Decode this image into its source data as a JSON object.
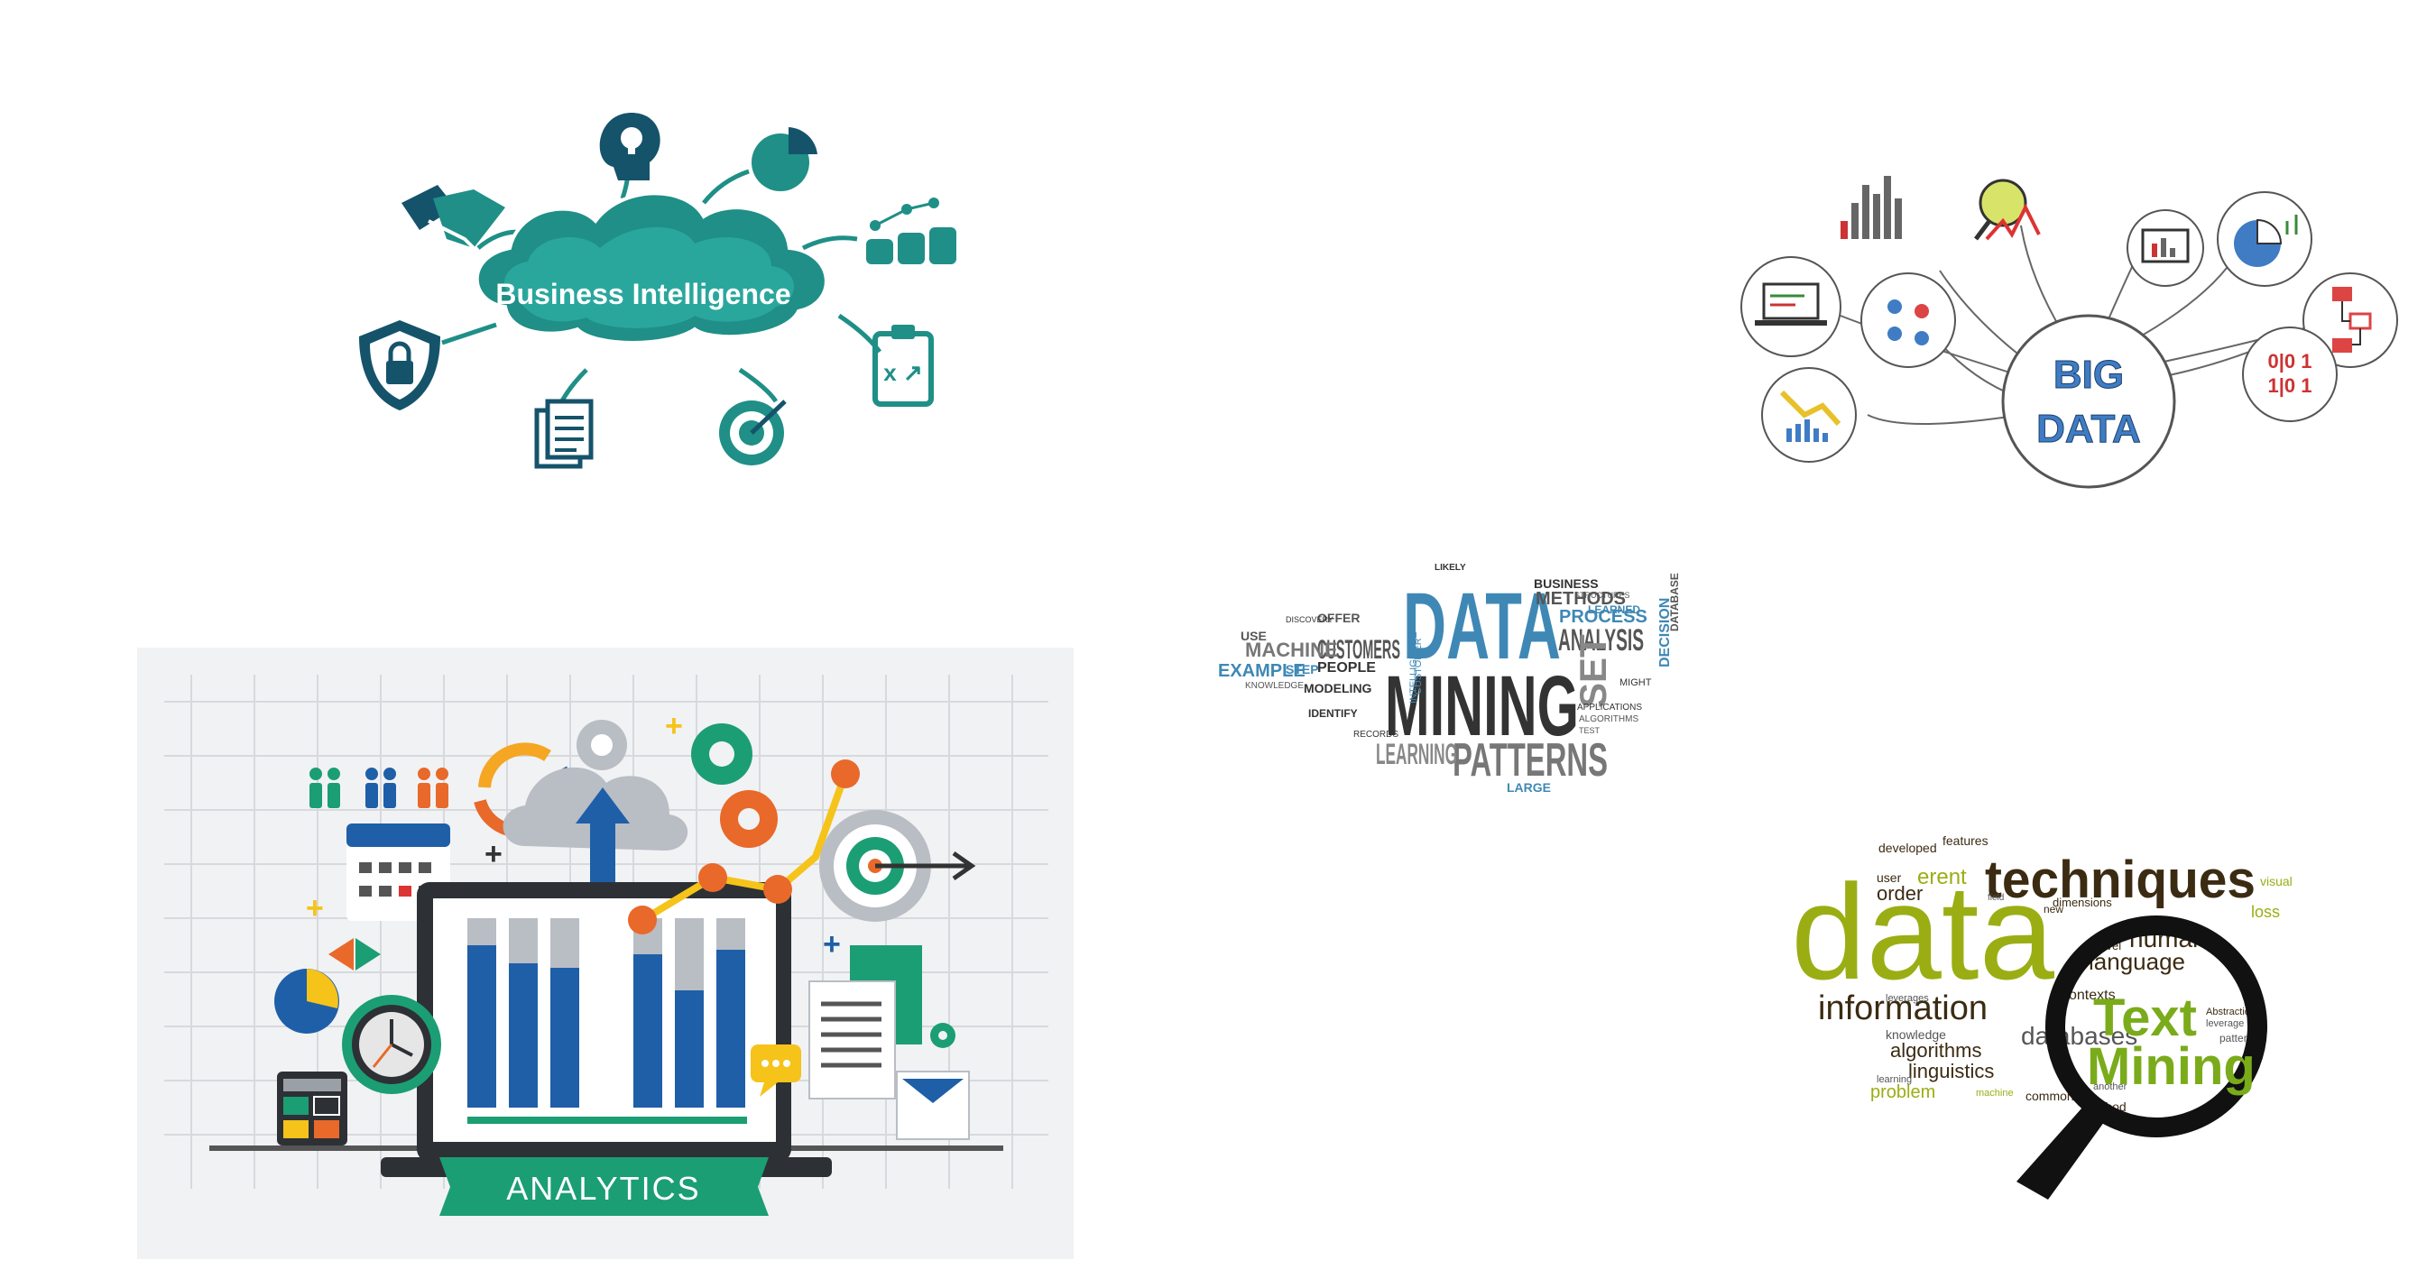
{
  "business_intelligence": {
    "title": "Business Intelligence",
    "icons": [
      "handshake-icon",
      "lightbulb-head-icon",
      "pie-chart-icon",
      "coin-network-icon",
      "strategy-clipboard-icon",
      "target-icon",
      "document-icon",
      "shield-lock-icon"
    ],
    "accent": "#1f8f87"
  },
  "big_data": {
    "line1": "BIG",
    "line2": "DATA",
    "accent": "#3f7cc4"
  },
  "analytics": {
    "banner": "ANALYTICS",
    "accent": "#1b9e73"
  },
  "data_mining": {
    "big1": "DATA",
    "big2": "MINING",
    "big3": "PATTERNS",
    "w_customers": "CUSTOMERS",
    "w_learning": "LEARNING",
    "w_analysis": "ANALYSIS",
    "w_set": "SET",
    "w_methods": "METHODS",
    "w_business": "BUSINESS",
    "w_process": "PROCESS",
    "w_machine": "MACHINE",
    "w_example": "EXAMPLE",
    "w_people": "PEOPLE",
    "w_modeling": "MODELING",
    "w_decision": "DECISION",
    "w_offer": "OFFER",
    "w_large": "LARGE",
    "w_database": "DATABASE",
    "w_step": "STEP",
    "w_identify": "IDENTIFY",
    "w_likely": "LIKELY",
    "w_discovery": "DISCOVERY",
    "w_use": "USE",
    "w_knowledge": "KNOWLEDGE",
    "w_applications": "APPLICATIONS",
    "w_learned": "LEARNED",
    "w_intelligence": "INTELLIGENCE",
    "w_records": "RECORDS",
    "w_algorithms": "ALGORITHMS",
    "w_structures": "STRUCTURES",
    "w_customer": "CUSTOMER",
    "w_might": "MIGHT",
    "w_test": "TEST"
  },
  "text_mining": {
    "w_data": "data",
    "w_techniques": "techniques",
    "w_text": "Text",
    "w_mining": "Mining",
    "w_information": "information",
    "w_databases": "databases",
    "w_language": "language",
    "w_human": "human",
    "w_algorithms": "algorithms",
    "w_linguistics": "linguistics",
    "w_problem": "problem",
    "w_knowledge": "knowledge",
    "w_order": "order",
    "w_features": "features",
    "w_developed": "developed",
    "w_user": "user",
    "w_contexts": "contexts",
    "w_leverages": "leverages",
    "w_patterns": "patterns",
    "w_method": "method",
    "w_common": "common",
    "w_another": "another",
    "w_dimensions": "dimensions",
    "w_novel": "novel",
    "w_visual": "visual",
    "w_loss": "loss",
    "w_field": "field",
    "w_abstraction": "Abstraction",
    "w_leverage": "leverage",
    "w_learning": "learning",
    "w_machine": "machine",
    "w_new": "new",
    "w_erent": "erent"
  }
}
